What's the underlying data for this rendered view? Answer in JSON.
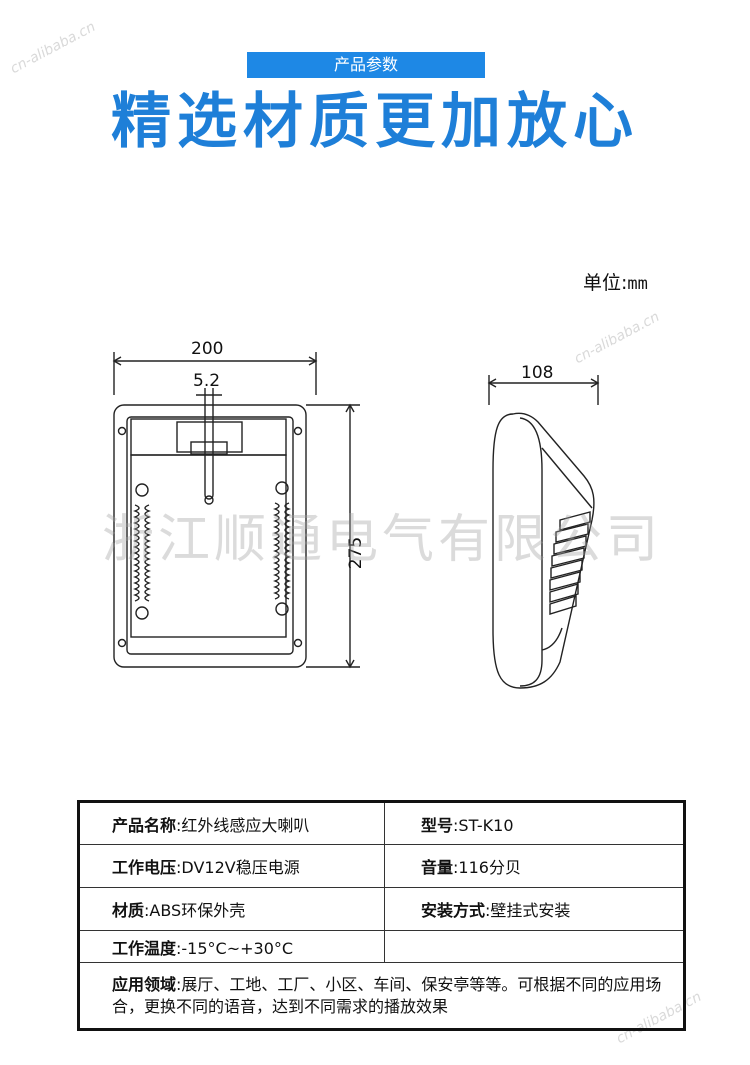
{
  "header": {
    "tag": "产品参数",
    "headline": "精选材质更加放心"
  },
  "unit": {
    "label": "单位",
    "sep": ":",
    "value": "mm"
  },
  "watermark": "浙江顺通电气有限公司",
  "corner_marks": [
    "cn-alibaba.cn",
    "cn-alibaba.cn",
    "cn-alibaba.cn"
  ],
  "drawing": {
    "front": {
      "width": "200",
      "hole_spacing": "5.2",
      "height": "275"
    },
    "side": {
      "depth": "108"
    }
  },
  "specs": {
    "product_name": {
      "key": "产品名称",
      "sep": ":",
      "value": "红外线感应大喇叭"
    },
    "model": {
      "key": "型号",
      "sep": ":",
      "value": "ST-K10"
    },
    "voltage": {
      "key": "工作电压",
      "sep": ":",
      "value": "DV12V稳压电源"
    },
    "volume": {
      "key": "音量",
      "sep": ":",
      "value": "116分贝"
    },
    "material": {
      "key": "材质",
      "sep": ":",
      "value": "ABS环保外壳"
    },
    "install": {
      "key": "安装方式",
      "sep": ":",
      "value": "壁挂式安装"
    },
    "temp": {
      "key": "工作温度",
      "sep": ":",
      "value": "-15°C~+30°C"
    },
    "application": {
      "key": "应用领域",
      "sep": ":",
      "value": "展厅、工地、工厂、小区、车间、保安亭等等。可根据不同的应用场合，更换不同的语音，达到不同需求的播放效果"
    }
  }
}
